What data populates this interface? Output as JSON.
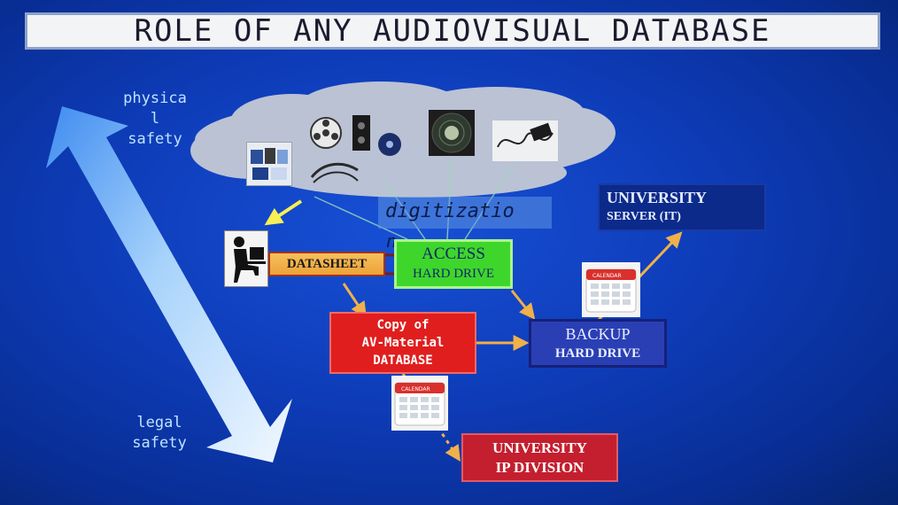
{
  "title": "ROLE OF ANY AUDIOVISUAL DATABASE",
  "axis": {
    "top_label_line1": "physica",
    "top_label_line2": "l",
    "top_label_line3": "safety",
    "bottom_label_line1": "legal",
    "bottom_label_line2": "safety"
  },
  "digitization": {
    "line1": "digitizatio",
    "line2": "n"
  },
  "datasheet": {
    "label": "DATASHEET"
  },
  "access": {
    "line1": "ACCESS",
    "line2": "HARD DRIVE"
  },
  "copy_db": {
    "line1": "Copy of",
    "line2": "AV-Material",
    "line3": "DATABASE"
  },
  "backup": {
    "line1": "BACKUP",
    "line2": "HARD DRIVE"
  },
  "server": {
    "line1": "UNIVERSITY",
    "line2": "SERVER (IT)"
  },
  "ip_division": {
    "line1": "UNIVERSITY",
    "line2": "IP DIVISION"
  },
  "calendar": {
    "label": "CALENDAR"
  },
  "colors": {
    "access_fill": "#3fd62c",
    "access_border": "#9cf07a",
    "copy_fill": "#e01e1e",
    "backup_fill": "#2b3fb5",
    "server_fill": "#0c2a8a",
    "ip_fill": "#c31f2f",
    "datasheet_fill": "#f3a93a",
    "arrow": "#f0b04a"
  }
}
